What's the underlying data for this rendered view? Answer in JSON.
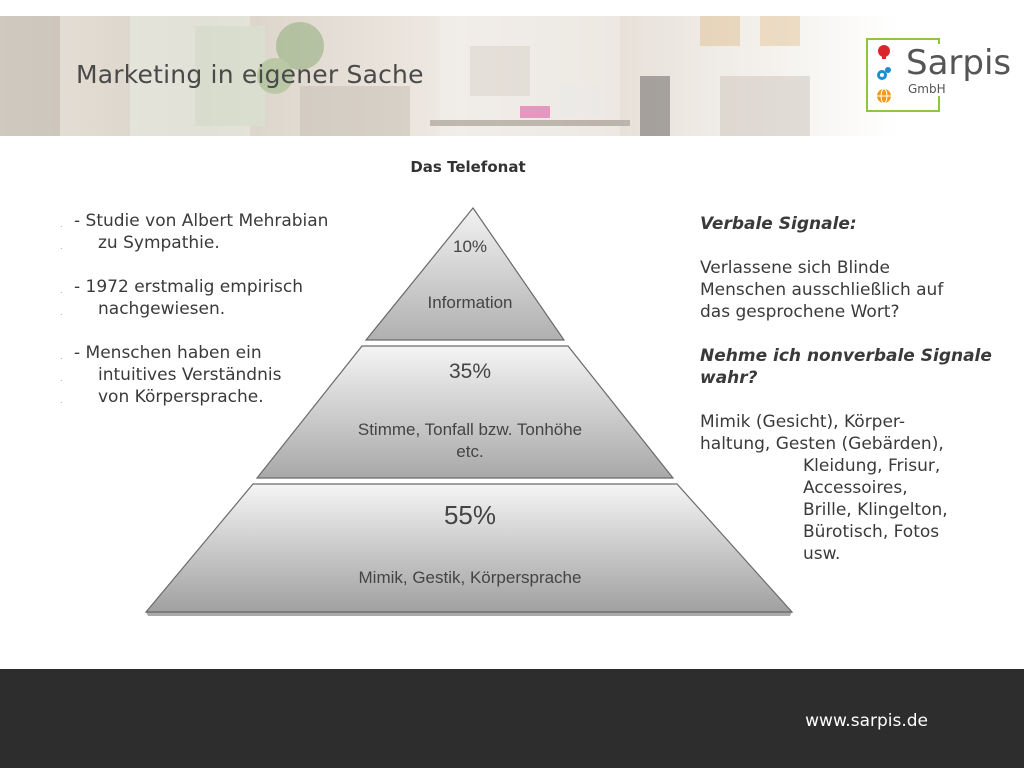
{
  "header": {
    "title": "Marketing in eigener Sache",
    "logo_name": "Sarpis",
    "logo_sub": "GmbH",
    "logo_border_color": "#8dc63f"
  },
  "subtitle": "Das Telefonat",
  "left_list": [
    {
      "lines": [
        "- Studie von Albert Mehrabian",
        "zu Sympathie."
      ]
    },
    {
      "lines": [
        "- 1972 erstmalig empirisch",
        "nachgewiesen."
      ]
    },
    {
      "lines": [
        "- Menschen haben ein",
        "intuitives Verständnis",
        "von Körpersprache."
      ]
    }
  ],
  "pyramid": {
    "levels": [
      {
        "percent": "10%",
        "label": "Information"
      },
      {
        "percent": "35%",
        "label_line1": "Stimme, Tonfall bzw. Tonhöhe",
        "label_line2": "etc."
      },
      {
        "percent": "55%",
        "label": "Mimik, Gestik, Körpersprache"
      }
    ]
  },
  "right_col": {
    "heading1": "Verbale Signale:",
    "para1": [
      "Verlassene sich Blinde",
      "Menschen ausschließlich auf",
      "das gesprochene Wort?"
    ],
    "heading2": [
      "Nehme ich nonverbale Signale",
      "wahr?"
    ],
    "para2": [
      "Mimik (Gesicht), Körper-",
      "haltung, Gesten (Gebärden),"
    ],
    "para2_indented": [
      "Kleidung, Frisur,",
      "Accessoires,",
      "Brille, Klingelton,",
      "Bürotisch, Fotos",
      "usw."
    ]
  },
  "footer": {
    "url": "www.sarpis.de",
    "background": "#2d2d2d"
  }
}
